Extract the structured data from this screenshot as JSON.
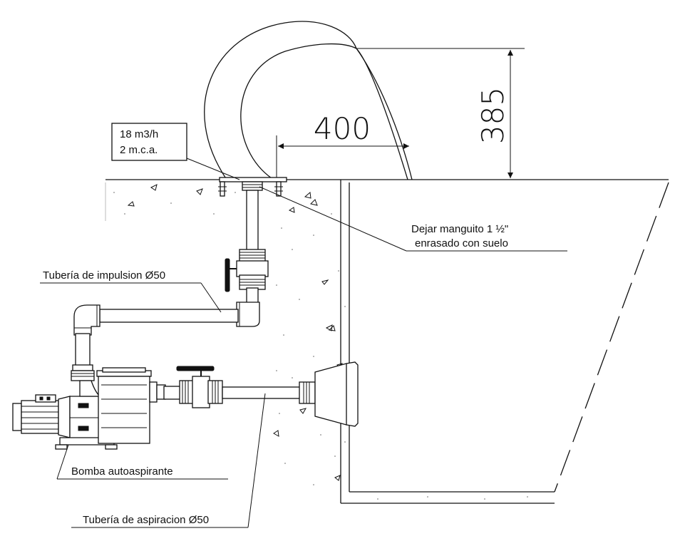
{
  "labels": {
    "flow_rate": "18 m3/h",
    "head": "2 m.c.a.",
    "sleeve_line1": "Dejar manguito 1 ½\"",
    "sleeve_line2": "enrasado con suelo",
    "discharge_pipe": "Tubería de impulsion Ø50",
    "pump": "Bomba autoaspirante",
    "suction_pipe": "Tubería de aspiracion Ø50"
  },
  "dimensions": {
    "horizontal_reach": "400",
    "jet_height": "385"
  }
}
